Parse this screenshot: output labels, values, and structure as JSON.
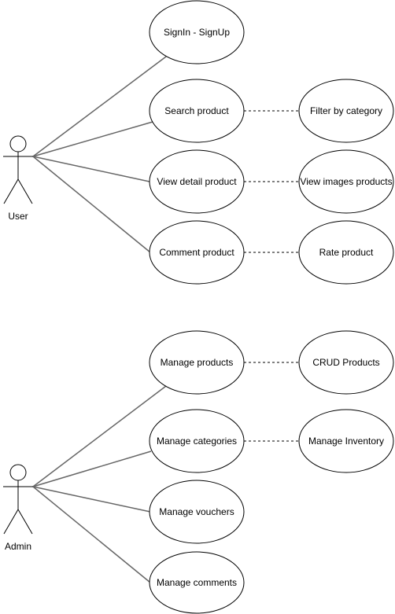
{
  "actors": {
    "user": {
      "label": "User"
    },
    "admin": {
      "label": "Admin"
    }
  },
  "use_cases": {
    "signin": "SignIn - SignUp",
    "search": "Search product",
    "view_detail": "View detail product",
    "comment": "Comment product",
    "filter": "Filter by category",
    "view_images": "View images products",
    "rate": "Rate product",
    "manage_products": "Manage products",
    "manage_categories": "Manage categories",
    "manage_vouchers": "Manage vouchers",
    "manage_comments": "Manage comments",
    "crud_products": "CRUD Products",
    "manage_inventory": "Manage Inventory"
  }
}
